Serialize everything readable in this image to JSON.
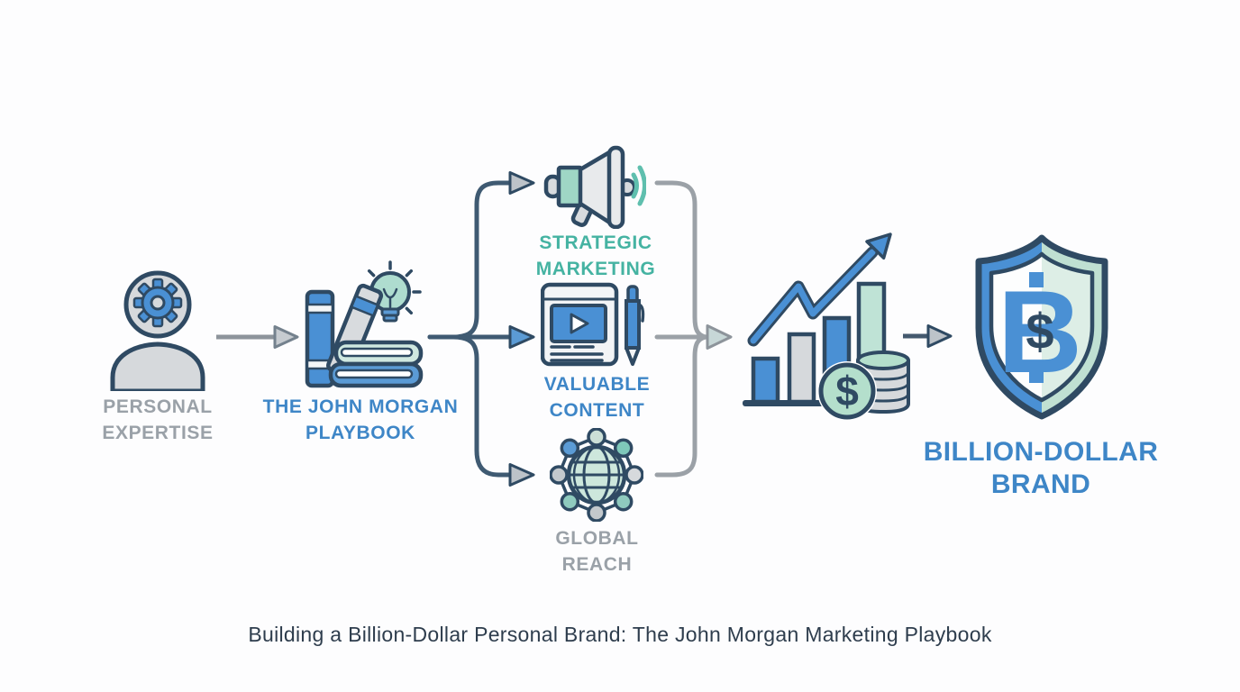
{
  "caption": "Building a Billion-Dollar Personal Brand: The John Morgan Marketing Playbook",
  "nodes": {
    "source": {
      "line1": "PERSONAL",
      "line2": "EXPERTISE",
      "icon": "person-gear-icon",
      "label_color": "#9aa1a8"
    },
    "playbook": {
      "line1": "THE JOHN MORGAN",
      "line2": "PLAYBOOK",
      "icon": "books-lightbulb-icon",
      "label_color": "#3e86c7"
    },
    "marketing": {
      "line1": "STRATEGIC",
      "line2": "MARKETING",
      "icon": "megaphone-icon",
      "label_color": "#45b3a2"
    },
    "content": {
      "line1": "VALUABLE",
      "line2": "CONTENT",
      "icon": "document-pen-icon",
      "label_color": "#3e86c7"
    },
    "reach": {
      "line1": "GLOBAL",
      "line2": "REACH",
      "icon": "globe-network-icon",
      "label_color": "#9aa1a8"
    },
    "growth": {
      "icon": "growth-chart-icon"
    },
    "result": {
      "line1": "BILLION-DOLLAR",
      "line2": "BRAND",
      "icon": "shield-currency-icon",
      "label_color": "#3e86c7"
    }
  },
  "colors": {
    "outline_navy": "#2f4a63",
    "icon_blue": "#4a90d4",
    "icon_mint": "#b6ddcd",
    "icon_gray": "#d6d9dc",
    "wave_teal": "#5fbfae",
    "connector_dark": "#3f5a72",
    "connector_gray": "#9ba1a7",
    "text_blue": "#3e86c7",
    "text_teal": "#45b3a2",
    "text_gray": "#9aa1a8",
    "caption_color": "#2e3d4d",
    "background": "#fdfdfe"
  }
}
